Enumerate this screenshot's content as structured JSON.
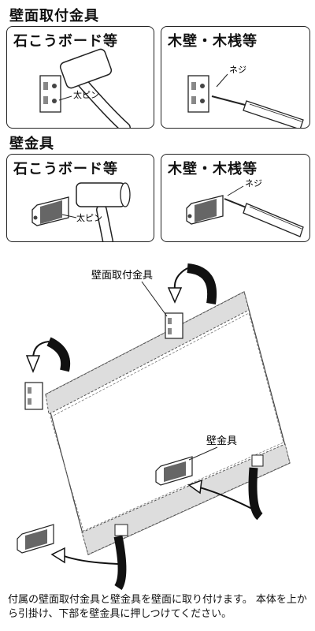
{
  "sections": {
    "wall_mount_bracket": {
      "title": "壁面取付金具",
      "panels": [
        {
          "title": "石こうボード等",
          "label": "太ピン"
        },
        {
          "title": "木壁・木桟等",
          "label": "ネジ"
        }
      ]
    },
    "wall_bracket": {
      "title": "壁金具",
      "panels": [
        {
          "title": "石こうボード等",
          "label": "太ピン"
        },
        {
          "title": "木壁・木桟等",
          "label": "ネジ"
        }
      ]
    }
  },
  "diagram": {
    "label_top_bracket": "壁面取付金具",
    "label_wall_bracket": "壁金具"
  },
  "caption": "付属の壁面取付金具と壁金具を壁面に取り付けます。 本体を上から引掛け、下部を壁金具に押しつけてください。"
}
